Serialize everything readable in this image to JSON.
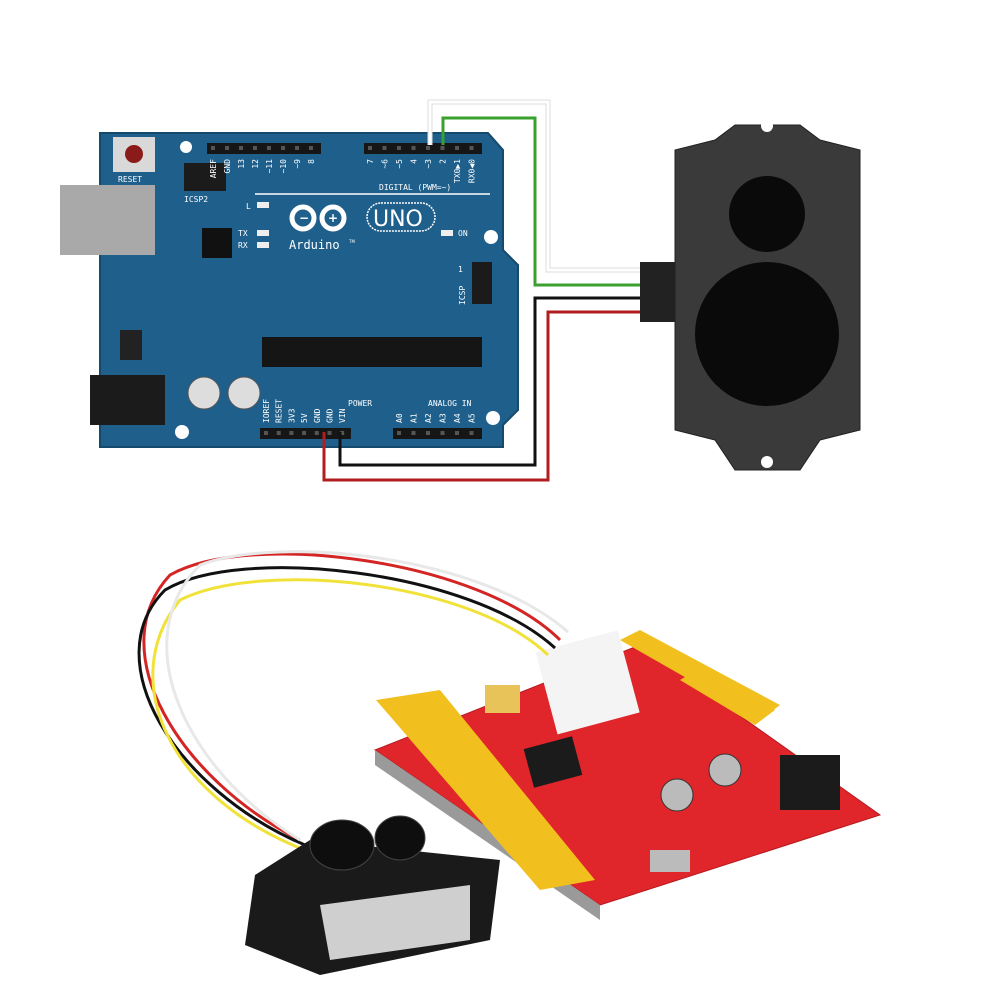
{
  "board": {
    "reset_label": "RESET",
    "icsp2_label": "ICSP2",
    "icsp_label": "ICSP",
    "icsp_pin1": "1",
    "led_l": "L",
    "led_tx": "TX",
    "led_rx": "RX",
    "led_on": "ON",
    "logo_text": "Arduino",
    "tm": "TM",
    "model": "UNO",
    "digital_label": "DIGITAL (PWM=~)",
    "power_label": "POWER",
    "analog_label": "ANALOG IN",
    "digital_pins_left": [
      "AREF",
      "GND",
      "13",
      "12",
      "~11",
      "~10",
      "~9",
      "8"
    ],
    "digital_pins_right": [
      "7",
      "~6",
      "~5",
      "4",
      "~3",
      "2",
      "TX0▶1",
      "RX0◀0"
    ],
    "power_pins": [
      "IOREF",
      "RESET",
      "3V3",
      "5V",
      "GND",
      "GND",
      "VIN"
    ],
    "analog_pins": [
      "A0",
      "A1",
      "A2",
      "A3",
      "A4",
      "A5"
    ]
  },
  "colors": {
    "board": "#1f5f8b",
    "wire_red": "#b01e1e",
    "wire_black": "#111111",
    "wire_green": "#3aa12e",
    "wire_white": "#e8e8e8",
    "sensor": "#3a3a3a",
    "red_board": "#e0252b",
    "header_yellow": "#f2c01e"
  }
}
